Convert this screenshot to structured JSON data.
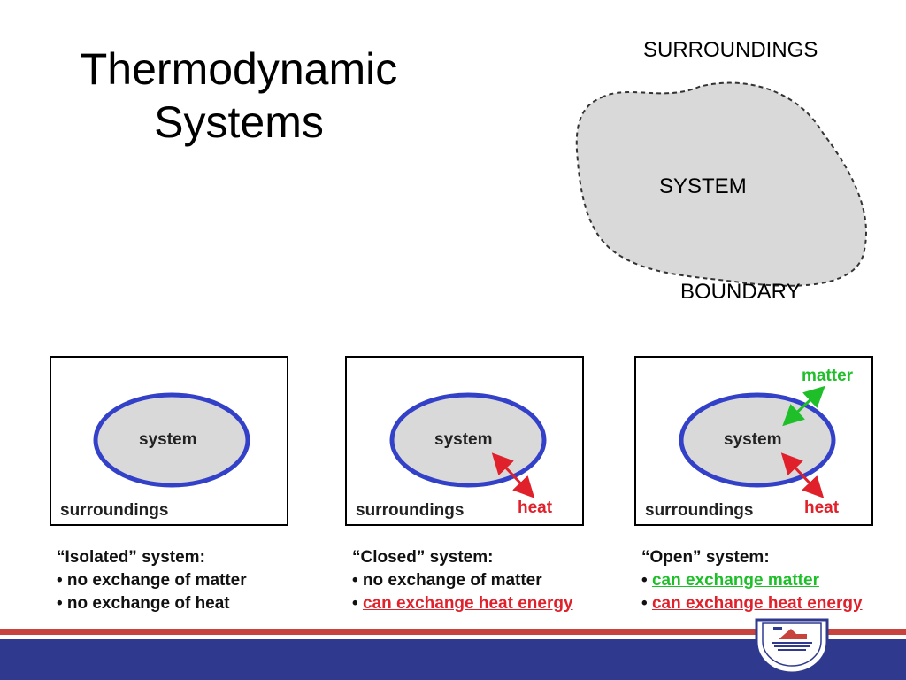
{
  "title": {
    "line1": "Thermodynamic",
    "line2": "Systems"
  },
  "top_diagram": {
    "surroundings": "SURROUNDINGS",
    "system": "SYSTEM",
    "boundary": "BOUNDARY"
  },
  "panels": [
    {
      "system_label": "system",
      "surroundings_label": "surroundings",
      "heading": "“Isolated” system:",
      "bullets": [
        "• no exchange of matter",
        "• no exchange of heat"
      ]
    },
    {
      "system_label": "system",
      "surroundings_label": "surroundings",
      "heat_label": "heat",
      "heading": "“Closed” system:",
      "bullet1": "• no exchange of matter",
      "bullet2_prefix": "• ",
      "bullet2": "can exchange heat energy"
    },
    {
      "system_label": "system",
      "surroundings_label": "surroundings",
      "heat_label": "heat",
      "matter_label": "matter",
      "heading": "“Open” system:",
      "bullet1_prefix": "• ",
      "bullet1": "can exchange matter",
      "bullet2_prefix": "• ",
      "bullet2": "can exchange heat energy"
    }
  ],
  "colors": {
    "system_fill": "#d9d9d9",
    "ellipse_stroke": "#3340c8",
    "heat": "#e0202a",
    "matter": "#1fbf2a",
    "footer_red": "#c9433e",
    "footer_blue": "#2f3a8f"
  },
  "logo": {
    "icon": "university-seal-icon"
  }
}
